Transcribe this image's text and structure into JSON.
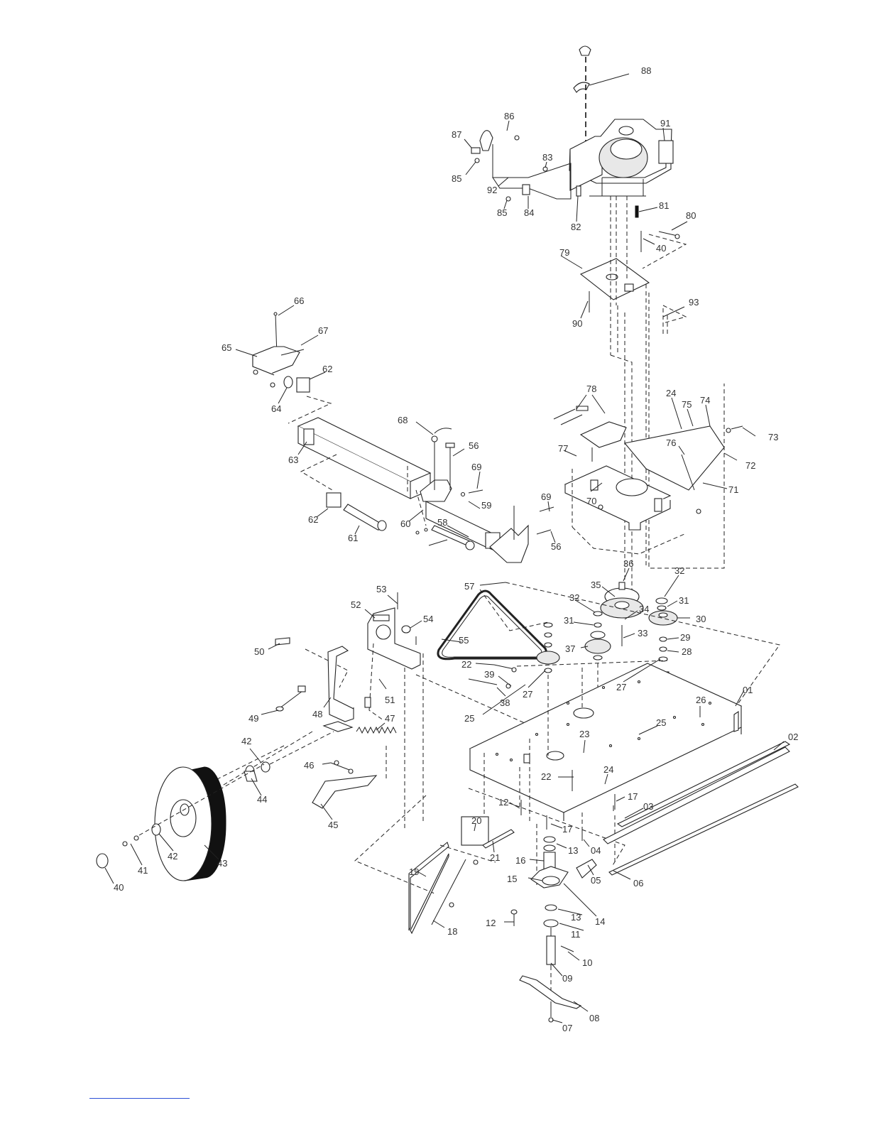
{
  "callouts": [
    {
      "key": "c88",
      "text": "88"
    },
    {
      "key": "c91",
      "text": "91"
    },
    {
      "key": "c86",
      "text": "86"
    },
    {
      "key": "c87",
      "text": "87"
    },
    {
      "key": "c83",
      "text": "83"
    },
    {
      "key": "c85a",
      "text": "85"
    },
    {
      "key": "c92",
      "text": "92"
    },
    {
      "key": "c85b",
      "text": "85"
    },
    {
      "key": "c84",
      "text": "84"
    },
    {
      "key": "c82",
      "text": "82"
    },
    {
      "key": "c81",
      "text": "81"
    },
    {
      "key": "c80",
      "text": "80"
    },
    {
      "key": "c40a",
      "text": "40"
    },
    {
      "key": "c79",
      "text": "79"
    },
    {
      "key": "c93",
      "text": "93"
    },
    {
      "key": "c90",
      "text": "90"
    },
    {
      "key": "c66",
      "text": "66"
    },
    {
      "key": "c67",
      "text": "67"
    },
    {
      "key": "c65",
      "text": "65"
    },
    {
      "key": "c62a",
      "text": "62"
    },
    {
      "key": "c64",
      "text": "64"
    },
    {
      "key": "c78",
      "text": "78"
    },
    {
      "key": "c24a",
      "text": "24"
    },
    {
      "key": "c75",
      "text": "75"
    },
    {
      "key": "c74",
      "text": "74"
    },
    {
      "key": "c73",
      "text": "73"
    },
    {
      "key": "c68",
      "text": "68"
    },
    {
      "key": "c56a",
      "text": "56"
    },
    {
      "key": "c63",
      "text": "63"
    },
    {
      "key": "c77",
      "text": "77"
    },
    {
      "key": "c76",
      "text": "76"
    },
    {
      "key": "c72",
      "text": "72"
    },
    {
      "key": "c69a",
      "text": "69"
    },
    {
      "key": "c71",
      "text": "71"
    },
    {
      "key": "c70",
      "text": "70"
    },
    {
      "key": "c62b",
      "text": "62"
    },
    {
      "key": "c59",
      "text": "59"
    },
    {
      "key": "c60",
      "text": "60"
    },
    {
      "key": "c61",
      "text": "61"
    },
    {
      "key": "c69b",
      "text": "69"
    },
    {
      "key": "c58",
      "text": "58"
    },
    {
      "key": "c56b",
      "text": "56"
    },
    {
      "key": "c36",
      "text": "36"
    },
    {
      "key": "c32a",
      "text": "32"
    },
    {
      "key": "c57",
      "text": "57"
    },
    {
      "key": "c35",
      "text": "35"
    },
    {
      "key": "c53",
      "text": "53"
    },
    {
      "key": "c32b",
      "text": "32"
    },
    {
      "key": "c31a",
      "text": "31"
    },
    {
      "key": "c52",
      "text": "52"
    },
    {
      "key": "c34",
      "text": "34"
    },
    {
      "key": "c30",
      "text": "30"
    },
    {
      "key": "c31b",
      "text": "31"
    },
    {
      "key": "c54",
      "text": "54"
    },
    {
      "key": "c33",
      "text": "33"
    },
    {
      "key": "c29",
      "text": "29"
    },
    {
      "key": "c55",
      "text": "55"
    },
    {
      "key": "c37",
      "text": "37"
    },
    {
      "key": "c28",
      "text": "28"
    },
    {
      "key": "c50",
      "text": "50"
    },
    {
      "key": "c22a",
      "text": "22"
    },
    {
      "key": "c39",
      "text": "39"
    },
    {
      "key": "c27a",
      "text": "27"
    },
    {
      "key": "c27b",
      "text": "27"
    },
    {
      "key": "c38",
      "text": "38"
    },
    {
      "key": "c01",
      "text": "01"
    },
    {
      "key": "c51a",
      "text": "51"
    },
    {
      "key": "c49",
      "text": "49"
    },
    {
      "key": "c48",
      "text": "48"
    },
    {
      "key": "c25a",
      "text": "25"
    },
    {
      "key": "c26",
      "text": "26"
    },
    {
      "key": "c47",
      "text": "47"
    },
    {
      "key": "c25b",
      "text": "25"
    },
    {
      "key": "c23",
      "text": "23"
    },
    {
      "key": "c02",
      "text": "02"
    },
    {
      "key": "c42a",
      "text": "42"
    },
    {
      "key": "c46",
      "text": "46"
    },
    {
      "key": "c22b",
      "text": "22"
    },
    {
      "key": "c24b",
      "text": "24"
    },
    {
      "key": "c44",
      "text": "44"
    },
    {
      "key": "c17a",
      "text": "17"
    },
    {
      "key": "c03",
      "text": "03"
    },
    {
      "key": "c45",
      "text": "45"
    },
    {
      "key": "c12a",
      "text": "12"
    },
    {
      "key": "c17b",
      "text": "17"
    },
    {
      "key": "c20",
      "text": "20"
    },
    {
      "key": "c13a",
      "text": "13"
    },
    {
      "key": "c04",
      "text": "04"
    },
    {
      "key": "c42b",
      "text": "42"
    },
    {
      "key": "c43",
      "text": "43"
    },
    {
      "key": "c21",
      "text": "21"
    },
    {
      "key": "c16",
      "text": "16"
    },
    {
      "key": "c41",
      "text": "41"
    },
    {
      "key": "c19",
      "text": "19"
    },
    {
      "key": "c15",
      "text": "15"
    },
    {
      "key": "c05",
      "text": "05"
    },
    {
      "key": "c06",
      "text": "06"
    },
    {
      "key": "c40b",
      "text": "40"
    },
    {
      "key": "c14",
      "text": "14"
    },
    {
      "key": "c13b",
      "text": "13"
    },
    {
      "key": "c12b",
      "text": "12"
    },
    {
      "key": "c11",
      "text": "11"
    },
    {
      "key": "c18",
      "text": "18"
    },
    {
      "key": "c10",
      "text": "10"
    },
    {
      "key": "c09",
      "text": "09"
    },
    {
      "key": "c08",
      "text": "08"
    },
    {
      "key": "c07",
      "text": "07"
    }
  ]
}
